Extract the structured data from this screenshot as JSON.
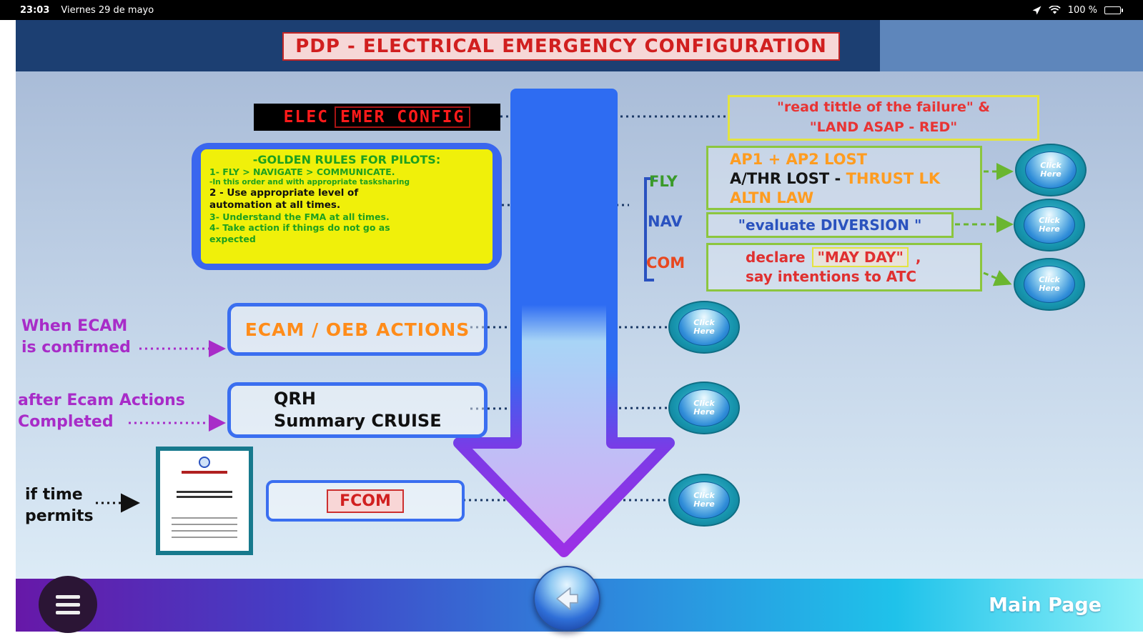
{
  "status_bar": {
    "time": "23:03",
    "date": "Viernes 29 de mayo",
    "battery_pct": "100 %"
  },
  "header": {
    "title": "PDP - ELECTRICAL EMERGENCY CONFIGURATION"
  },
  "diagram": {
    "elec_banner": {
      "prefix": "ELEC",
      "boxed": "EMER CONFIG"
    },
    "read_failure_note": {
      "line1": "\"read tittle of the failure\" &",
      "line2": "\"LAND ASAP - RED\""
    },
    "golden_rules": {
      "title": "-GOLDEN RULES FOR PILOTS:",
      "rule1": "1- FLY > NAVIGATE > COMMUNICATE.",
      "rule1_note": "-In this order and with appropriate tasksharing",
      "rule2_line1": "2 - Use appropriate level of",
      "rule2_line2": "automation at all times.",
      "rule3": "3- Understand the FMA at all times.",
      "rule4_line1": "4- Take action if things do not go as",
      "rule4_line2": "expected"
    },
    "axis_labels": {
      "fly": "FLY",
      "nav": "NAV",
      "com": "COM"
    },
    "fly_note": {
      "line1": "AP1 + AP2 LOST",
      "line2_black": "A/THR LOST -",
      "line2_orange": "THRUST LK",
      "line3": "ALTN LAW"
    },
    "nav_note": {
      "text": "\"evaluate DIVERSION \""
    },
    "com_note": {
      "prefix": "declare",
      "mayday": "\"MAY DAY\"",
      "suffix": ",",
      "line2": "say intentions to ATC"
    },
    "when_ecam": {
      "line1": "When ECAM",
      "line2": "is confirmed"
    },
    "ecam_box_label": "ECAM / OEB ACTIONS",
    "qrh_box": {
      "line1": "QRH",
      "line2": "Summary CRUISE"
    },
    "after_ecam": {
      "line1": "after Ecam Actions",
      "line2": "Completed"
    },
    "if_time": {
      "line1": "if time",
      "line2": "permits"
    },
    "fcom_label": "FCOM",
    "click_here_button": {
      "line1": "Click",
      "line2": "Here"
    }
  },
  "footer": {
    "main_page_label": "Main Page"
  },
  "colors": {
    "header_navy": "#1c3f72",
    "accent_red": "#d11f1f",
    "accent_orange": "#ff9c20",
    "accent_green": "#1ea01e",
    "accent_blue": "#2a52c0",
    "accent_purple": "#a82cc8",
    "arrow_blue": "#2e6cf2",
    "arrow_purple": "#9c30e6",
    "button_teal": "#1795ae"
  }
}
